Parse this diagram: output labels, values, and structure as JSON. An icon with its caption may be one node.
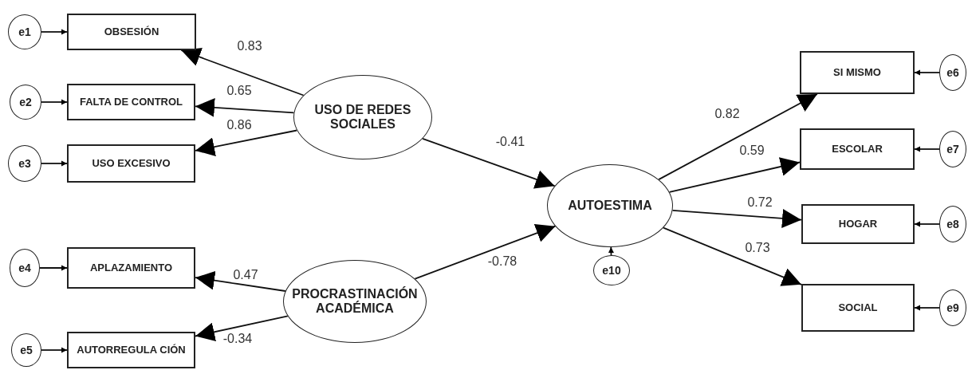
{
  "diagram": {
    "nodes": [
      {
        "text": [
          "e1"
        ]
      },
      {
        "text": [
          "OBSESIÓN"
        ]
      },
      {
        "text": [
          "e2"
        ]
      },
      {
        "text": [
          "FALTA DE CONTROL"
        ]
      },
      {
        "text": [
          "USO DE REDES SOCIALES"
        ]
      },
      {
        "text": [
          "e3"
        ]
      },
      {
        "text": [
          "USO EXCESIVO"
        ]
      },
      {
        "text": [
          "SI MISMO"
        ]
      },
      {
        "text": [
          "e6"
        ]
      },
      {
        "text": [
          "ESCOLAR"
        ]
      },
      {
        "text": [
          "e7"
        ]
      },
      {
        "text": [
          "AUTOESTIMA"
        ]
      },
      {
        "text": [
          "HOGAR"
        ]
      },
      {
        "text": [
          "e8"
        ]
      },
      {
        "text": [
          "e4"
        ]
      },
      {
        "text": [
          "APLAZAMIENTO"
        ]
      },
      {
        "text": [
          "PROCRASTINACIÓN ACADÉMICA"
        ]
      },
      {
        "text": [
          "e10"
        ]
      },
      {
        "text": [
          "SOCIAL"
        ]
      },
      {
        "text": [
          "e9"
        ]
      },
      {
        "text": [
          "e5"
        ]
      },
      {
        "text": [
          "AUTORREGULA CIÓN"
        ]
      }
    ],
    "edges": [
      {
        "from": 0,
        "to": 1,
        "arrow": "to"
      },
      {
        "from": 2,
        "to": 3,
        "arrow": "to"
      },
      {
        "from": 5,
        "to": 6,
        "arrow": "to"
      },
      {
        "from": 4,
        "to": 1,
        "arrow": "to",
        "label": "0.83"
      },
      {
        "from": 4,
        "to": 3,
        "arrow": "to",
        "label": "0.65"
      },
      {
        "from": 4,
        "to": 6,
        "arrow": "to",
        "label": "0.86"
      },
      {
        "from": 4,
        "to": 11,
        "arrow": "to",
        "label": "-0.41"
      },
      {
        "from": 16,
        "to": 11,
        "arrow": "to",
        "label": "-0.78"
      },
      {
        "from": 16,
        "to": 15,
        "arrow": "to",
        "label": "0.47"
      },
      {
        "from": 16,
        "to": 21,
        "arrow": "to",
        "label": "-0.34"
      },
      {
        "from": 11,
        "to": 7,
        "arrow": "to",
        "label": "0.82"
      },
      {
        "from": 11,
        "to": 9,
        "arrow": "to",
        "label": "0.59"
      },
      {
        "from": 11,
        "to": 12,
        "arrow": "to",
        "label": "0.72"
      },
      {
        "from": 11,
        "to": 18,
        "arrow": "to",
        "label": "0.73"
      },
      {
        "from": 8,
        "to": 7,
        "arrow": "to"
      },
      {
        "from": 10,
        "to": 9,
        "arrow": "to"
      },
      {
        "from": 13,
        "to": 12,
        "arrow": "to"
      },
      {
        "from": 19,
        "to": 18,
        "arrow": "to"
      },
      {
        "from": 14,
        "to": 15,
        "arrow": "to"
      },
      {
        "from": 20,
        "to": 21,
        "arrow": "to"
      },
      {
        "from": 17,
        "to": 11,
        "arrow": "to"
      }
    ]
  }
}
